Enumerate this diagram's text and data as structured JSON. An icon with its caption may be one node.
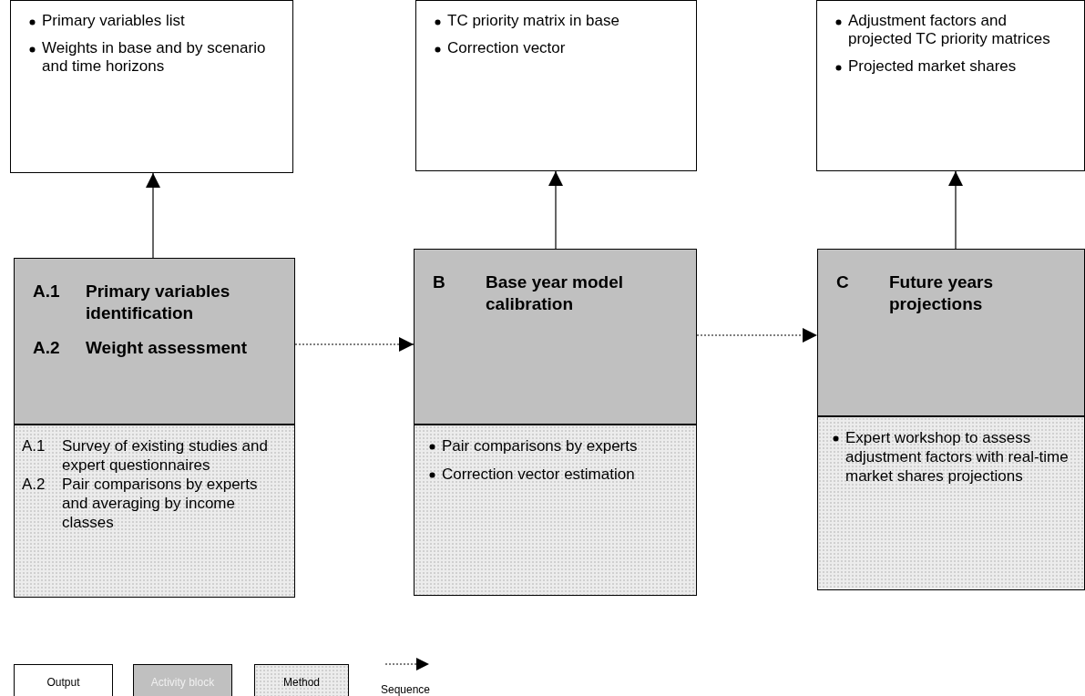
{
  "diagram": {
    "nodes": [
      {
        "text": [
          "Primary variables list",
          "Weights in base and by scenario and time horizons"
        ]
      },
      {
        "text": [
          "TC priority matrix in base",
          "Correction vector"
        ]
      },
      {
        "text": [
          "Adjustment factors and projected TC priority matrices",
          "Projected market shares"
        ]
      },
      {
        "text": [
          "A.1",
          "Primary variables identification",
          "A.2",
          "Weight assessment"
        ]
      },
      {
        "text": [
          "B",
          "Base year model calibration"
        ]
      },
      {
        "text": [
          "C",
          "Future years projections"
        ]
      },
      {
        "text": [
          "A.1",
          "Survey of existing studies and expert questionnaires",
          "A.2",
          "Pair comparisons by experts and averaging by income classes"
        ]
      },
      {
        "text": [
          "Pair comparisons by experts",
          "Correction vector estimation"
        ]
      },
      {
        "text": [
          "Expert workshop to assess adjustment factors with real-time market shares projections"
        ]
      }
    ],
    "edges": [
      {
        "from": 3,
        "to": 0,
        "arrow": "to"
      },
      {
        "from": 4,
        "to": 1,
        "arrow": "to"
      },
      {
        "from": 5,
        "to": 2,
        "arrow": "to"
      },
      {
        "from": 3,
        "to": 4,
        "arrow": "to",
        "style": "dashed"
      },
      {
        "from": 4,
        "to": 5,
        "arrow": "to",
        "style": "dashed"
      }
    ],
    "legend": [
      {
        "text": "Output",
        "color": "#ffffff"
      },
      {
        "text": "Activity block",
        "color": "#c0c0c0"
      },
      {
        "text": "Method",
        "color": "#ececec"
      },
      {
        "text": "Sequence"
      }
    ]
  }
}
